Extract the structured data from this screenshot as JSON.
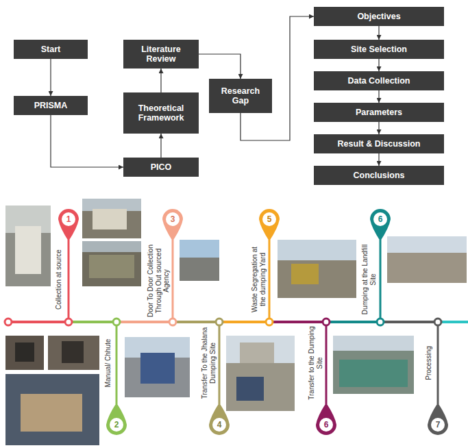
{
  "diagram": {
    "nodes": [
      {
        "text": [
          "Start"
        ]
      },
      {
        "text": [
          "PRISMA"
        ]
      },
      {
        "text": [
          "PICO"
        ]
      },
      {
        "text": [
          "Theoretical Framework"
        ]
      },
      {
        "text": [
          "Literature Review"
        ]
      },
      {
        "text": [
          "Research Gap"
        ]
      },
      {
        "text": [
          "Objectives"
        ]
      },
      {
        "text": [
          "Site Selection"
        ]
      },
      {
        "text": [
          "Data Collection"
        ]
      },
      {
        "text": [
          "Parameters"
        ]
      },
      {
        "text": [
          "Result & Discussion"
        ]
      },
      {
        "text": [
          "Conclusions"
        ]
      }
    ],
    "edges": [
      {
        "from": 0,
        "to": 1,
        "arrow": "to"
      },
      {
        "from": 1,
        "to": 2,
        "arrow": "to"
      },
      {
        "from": 2,
        "to": 3,
        "arrow": "to"
      },
      {
        "from": 3,
        "to": 4,
        "arrow": "to"
      },
      {
        "from": 4,
        "to": 5,
        "arrow": "to"
      },
      {
        "from": 5,
        "to": 6,
        "arrow": "to"
      },
      {
        "from": 6,
        "to": 7,
        "arrow": "to"
      },
      {
        "from": 7,
        "to": 8,
        "arrow": "to"
      },
      {
        "from": 8,
        "to": 9,
        "arrow": "to"
      },
      {
        "from": 9,
        "to": 10,
        "arrow": "to"
      },
      {
        "from": 10,
        "to": 11,
        "arrow": "to"
      }
    ],
    "labels": [
      "1",
      "Collection at source",
      "2",
      "Manual/ Chhute",
      "3",
      "Door To Door Collection Through Out sourced Agency",
      "4",
      "Transfer To the Jhalana Dumping Site",
      "5",
      "Waste Segregation at the dumping Yard",
      "6",
      "Transfer to the Dumping Site",
      "6",
      "Dumping at the Landfill Site",
      "7",
      "Processing"
    ]
  }
}
